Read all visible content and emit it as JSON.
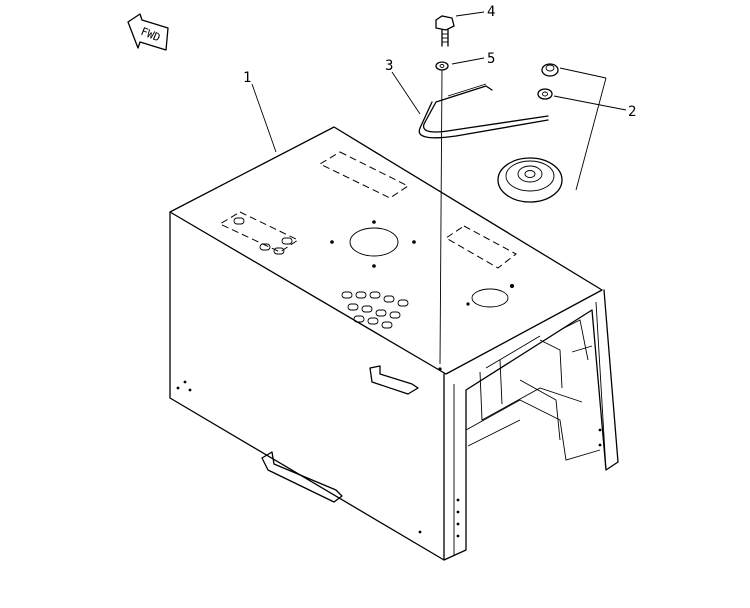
{
  "fwd_label": "FWD",
  "callouts": [
    {
      "id": "hood",
      "label": "1"
    },
    {
      "id": "mount",
      "label": "2"
    },
    {
      "id": "rod",
      "label": "3"
    },
    {
      "id": "bolt",
      "label": "4"
    },
    {
      "id": "washer",
      "label": "5"
    }
  ]
}
